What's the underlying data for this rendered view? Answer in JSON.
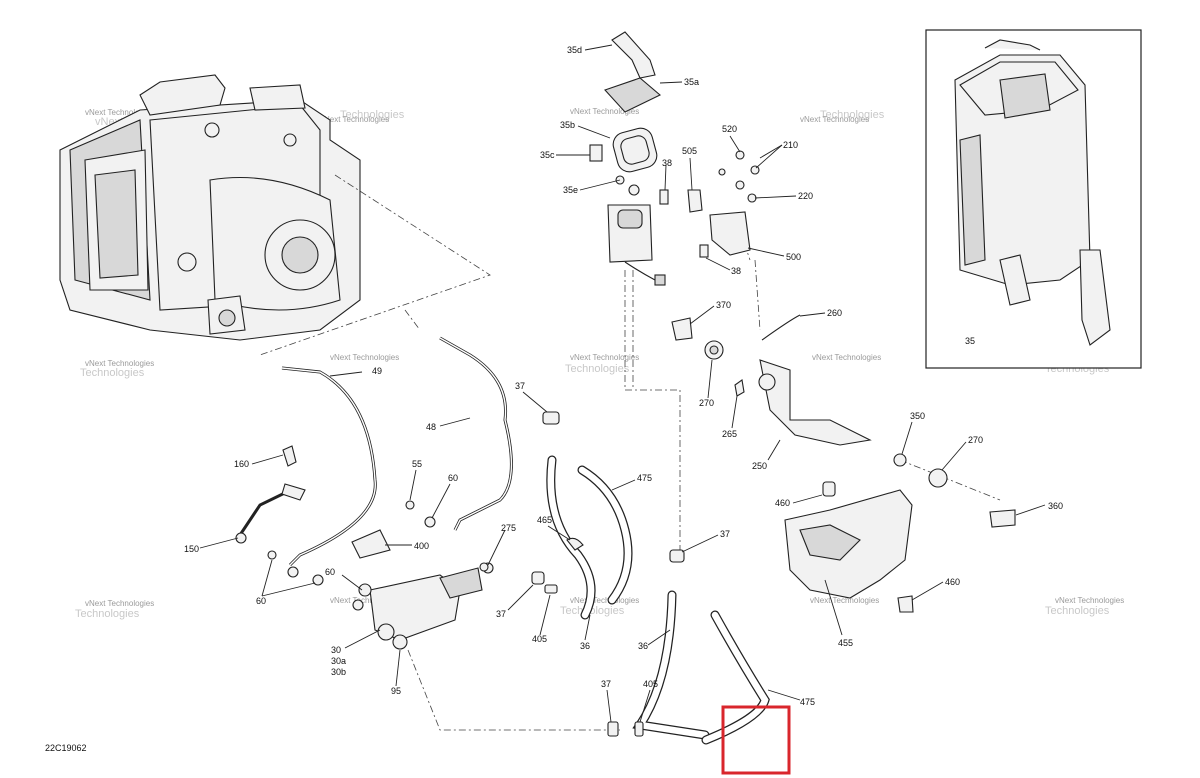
{
  "diagram_id": "22C19062",
  "callouts": {
    "c35d": "35d",
    "c35a": "35a",
    "c35b": "35b",
    "c35c": "35c",
    "c35e": "35e",
    "c38a": "38",
    "c38b": "38",
    "c505": "505",
    "c520": "520",
    "c210": "210",
    "c220": "220",
    "c500": "500",
    "c370": "370",
    "c260": "260",
    "c270a": "270",
    "c265": "265",
    "c250": "250",
    "c350": "350",
    "c270b": "270",
    "c360": "360",
    "c460a": "460",
    "c460b": "460",
    "c455": "455",
    "c49": "49",
    "c48": "48",
    "c160": "160",
    "c55": "55",
    "c60a": "60",
    "c400": "400",
    "c150": "150",
    "c60b": "60",
    "c60c": "60",
    "c30": "30",
    "c30a": "30a",
    "c30b": "30b",
    "c95": "95",
    "c275": "275",
    "c37a": "37",
    "c475a": "475",
    "c465": "465",
    "c37b": "37",
    "c37c": "37",
    "c405a": "405",
    "c36a": "36",
    "c36b": "36",
    "c37d": "37",
    "c405b": "405",
    "c475b": "475",
    "c35inset": "35"
  },
  "watermark": {
    "line1": "vNext Technologies",
    "line2": "vNext",
    "line3": "Technologies"
  },
  "colors": {
    "highlight": "#d9262c",
    "line": "#222222",
    "watermark": "#9a9a9a"
  }
}
